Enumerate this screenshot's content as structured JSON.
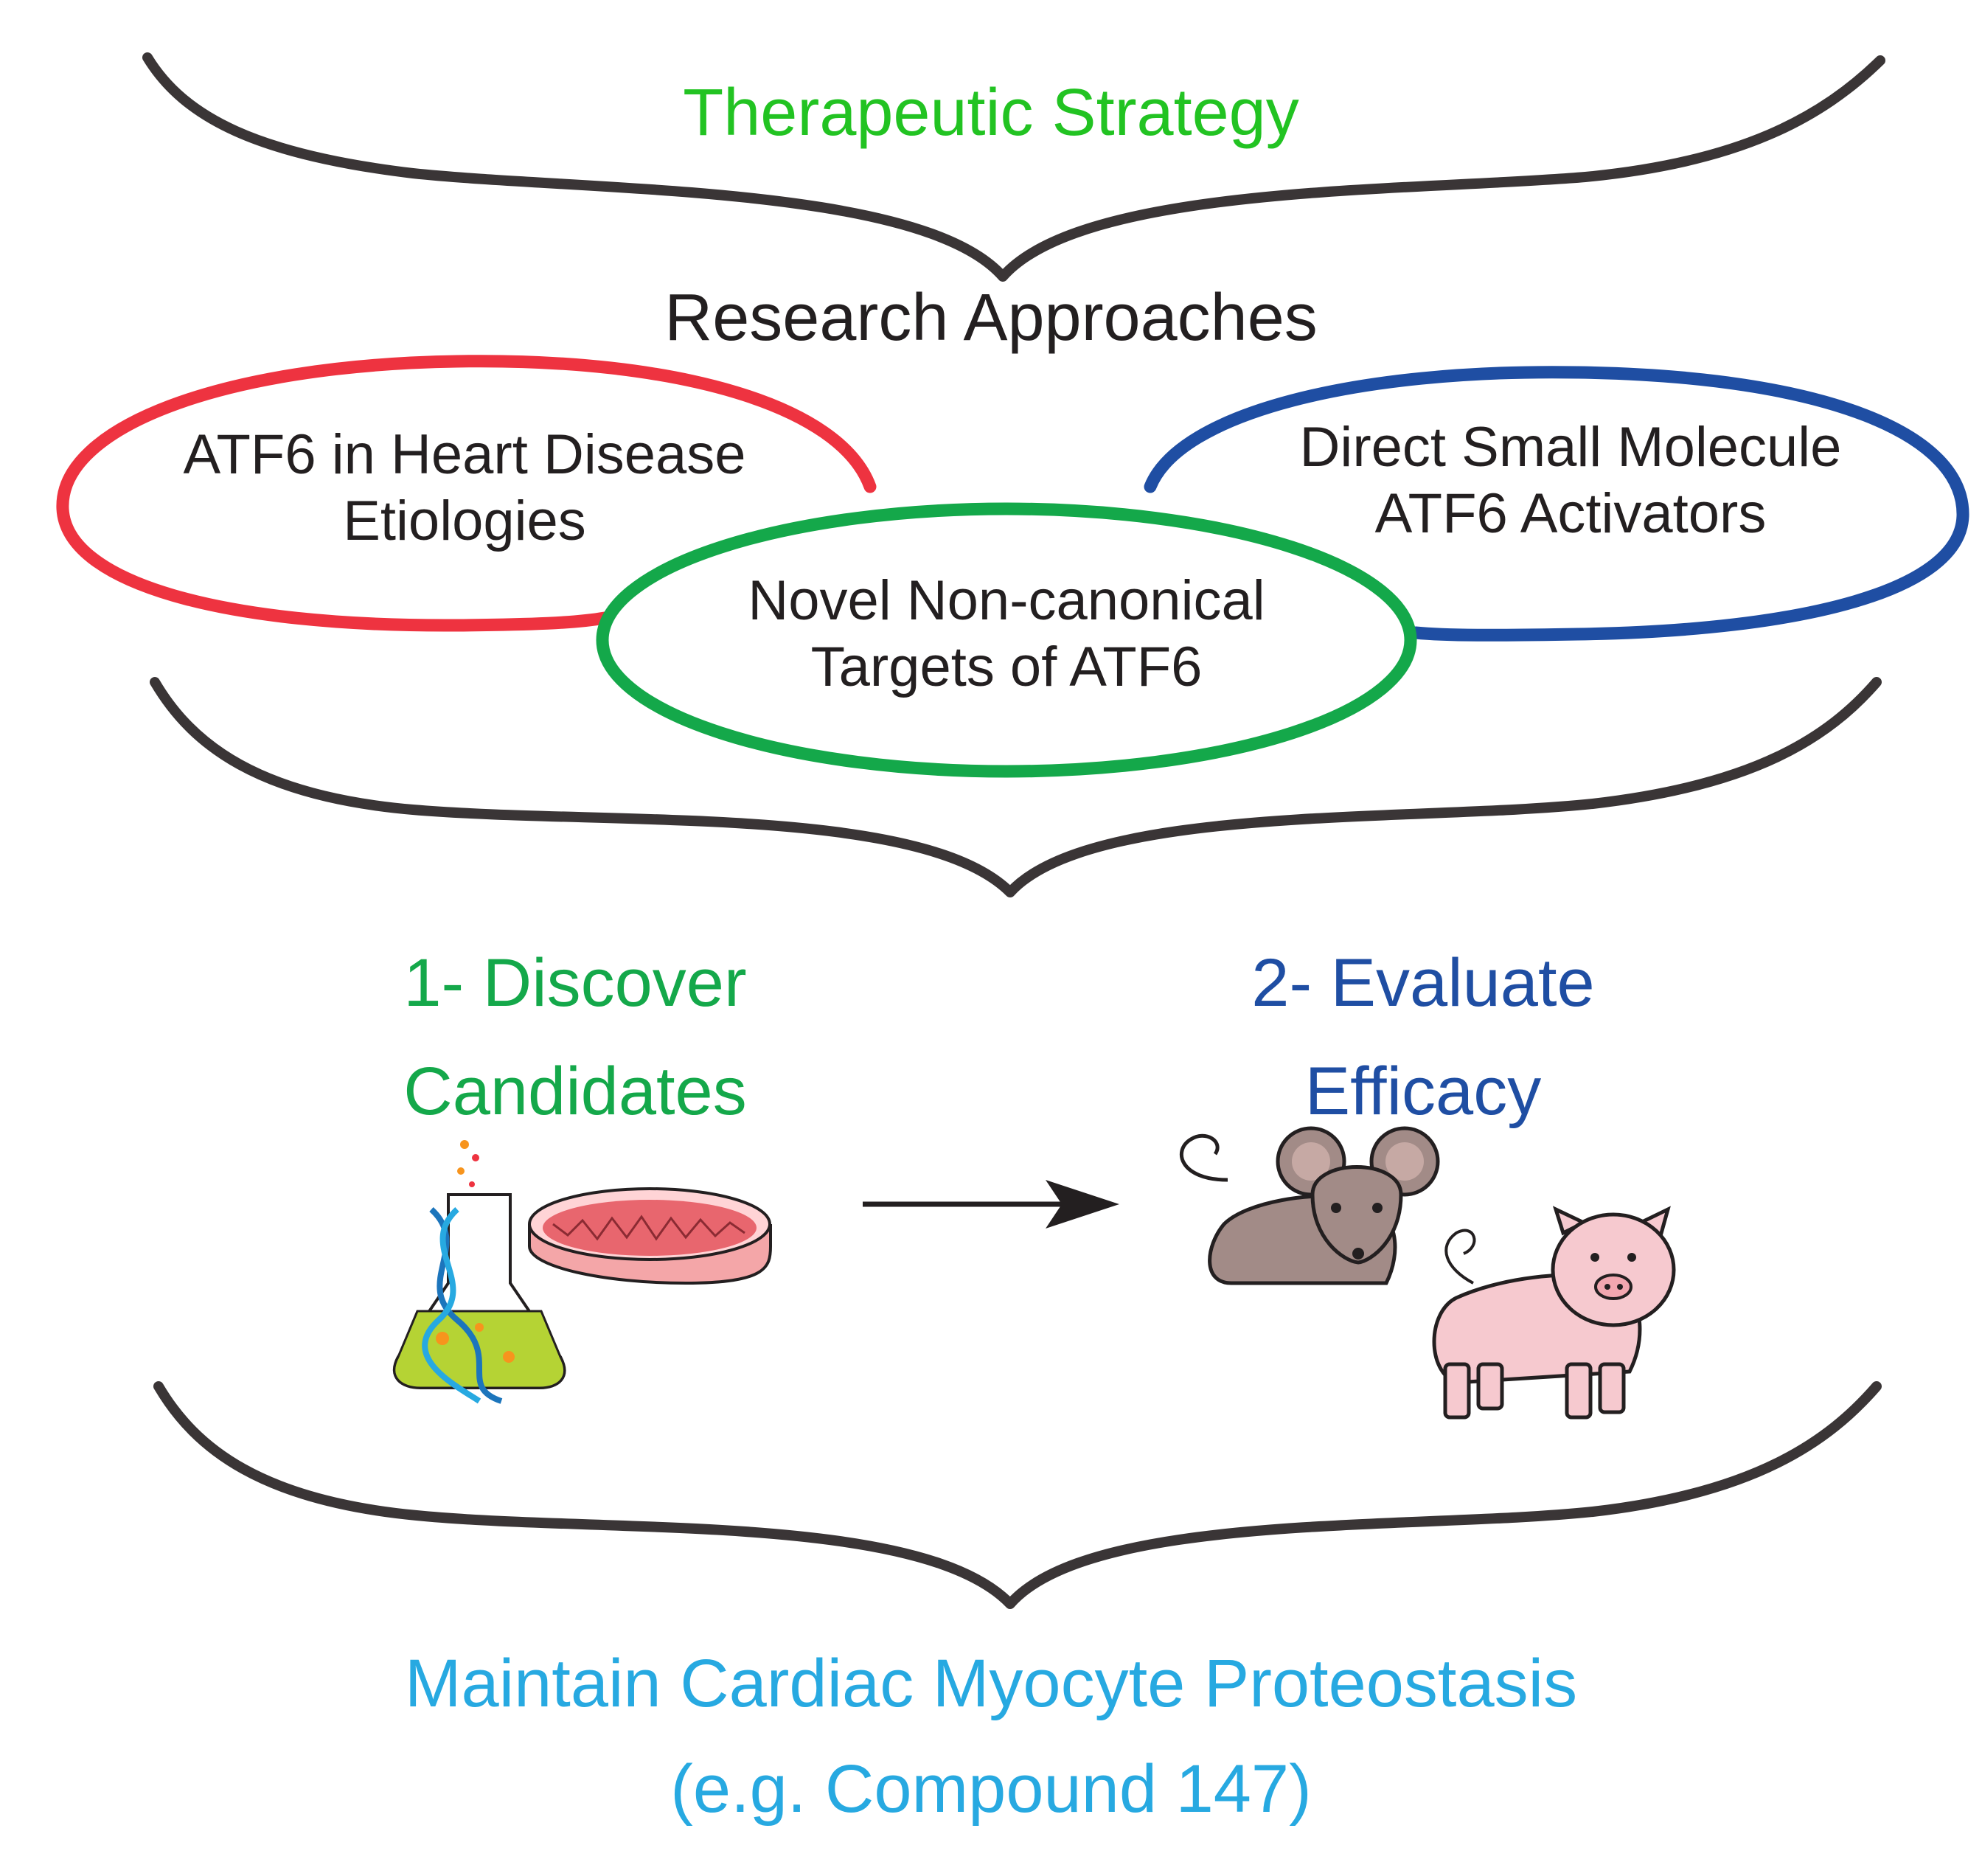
{
  "title": "Therapeutic Strategy",
  "approaches_heading": "Research Approaches",
  "approaches": {
    "heart_disease": {
      "line1": "ATF6 in Heart Disease",
      "line2": "Etiologies"
    },
    "novel_targets": {
      "line1": "Novel Non-canonical",
      "line2": "Targets of ATF6"
    },
    "small_molecule": {
      "line1": "Direct Small Molecule",
      "line2": "ATF6 Activators"
    }
  },
  "steps": {
    "discover": {
      "line1": "1- Discover",
      "line2": "Candidates"
    },
    "evaluate": {
      "line1": "2- Evaluate",
      "line2": "Efficacy"
    }
  },
  "outcome": {
    "line1": "Maintain Cardiac Myocyte Proteostasis",
    "line2": "(e.g. Compound 147)"
  },
  "colors": {
    "title": "#22c322",
    "heart_disease": "#ee3340",
    "novel_targets": "#14a84a",
    "small_molecule": "#1f4ea3",
    "discover": "#14a84a",
    "evaluate": "#1f4ea3",
    "outcome": "#27a9e1",
    "brace": "#3a3536"
  },
  "icons": [
    "flask-dna-icon",
    "petri-dish-icon",
    "arrow-right-icon",
    "mouse-icon",
    "pig-icon"
  ]
}
